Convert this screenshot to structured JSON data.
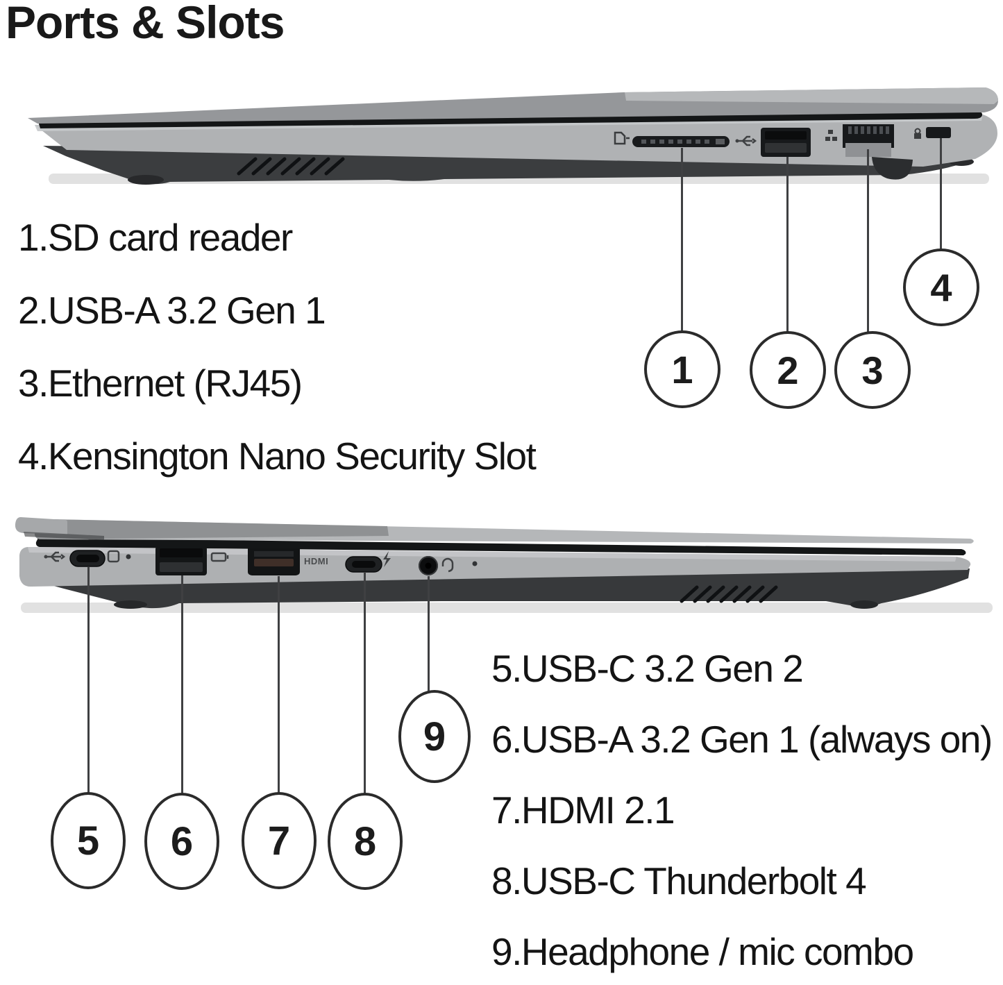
{
  "title": "Ports & Slots",
  "views": {
    "right_side": {
      "callouts": [
        {
          "num": "1",
          "label": "1.SD card reader"
        },
        {
          "num": "2",
          "label": "2.USB-A 3.2 Gen 1"
        },
        {
          "num": "3",
          "label": "3.Ethernet (RJ45)"
        },
        {
          "num": "4",
          "label": "4.Kensington Nano Security Slot"
        }
      ]
    },
    "left_side": {
      "callouts": [
        {
          "num": "5",
          "label": "5.USB-C 3.2 Gen 2"
        },
        {
          "num": "6",
          "label": "6.USB-A 3.2 Gen 1 (always on)"
        },
        {
          "num": "7",
          "label": "7.HDMI 2.1"
        },
        {
          "num": "8",
          "label": "8.USB-C Thunderbolt 4"
        },
        {
          "num": "9",
          "label": "9.Headphone / mic combo"
        }
      ]
    }
  },
  "port_markings": {
    "hdmi": "HDMI"
  },
  "colors": {
    "background": "#ffffff",
    "text": "#141414",
    "leader_line": "#3f4042",
    "callout_border": "#2b2b2b",
    "lid_gray": "#95979a",
    "lid_light_gray": "#b6b8ba",
    "base_gray": "#b0b2b4",
    "base_highlight": "#c7c9cb",
    "underside_dark": "#38393b",
    "port_dark": "#17191b",
    "shadow": "#dcdcdc"
  }
}
